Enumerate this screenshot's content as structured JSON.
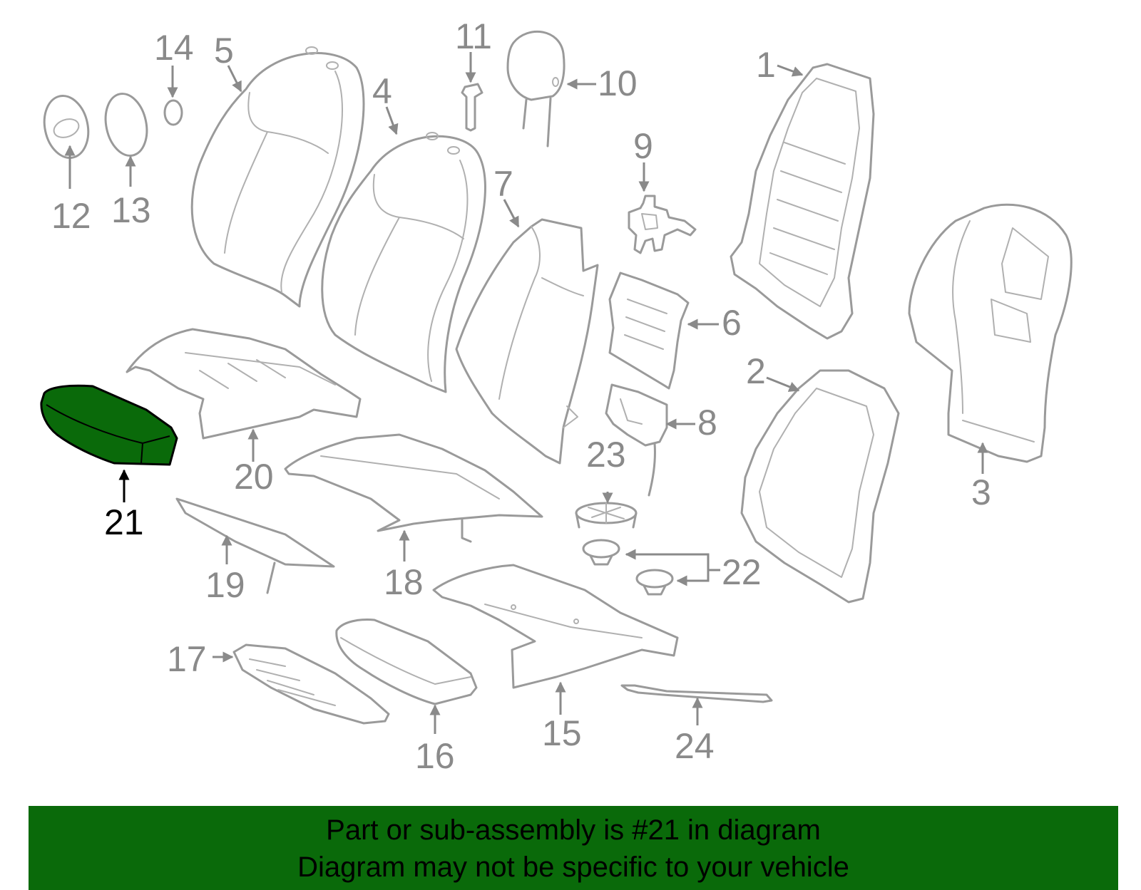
{
  "highlight_color": "#0a6a0a",
  "highlight_part": "21",
  "callouts": {
    "c1": "1",
    "c2": "2",
    "c3": "3",
    "c4": "4",
    "c5": "5",
    "c6": "6",
    "c7": "7",
    "c8": "8",
    "c9": "9",
    "c10": "10",
    "c11": "11",
    "c12": "12",
    "c13": "13",
    "c14": "14",
    "c15": "15",
    "c16": "16",
    "c17": "17",
    "c18": "18",
    "c19": "19",
    "c20": "20",
    "c21": "21",
    "c22": "22",
    "c23": "23",
    "c24": "24"
  },
  "banner": {
    "line1": "Part or sub-assembly is #21 in diagram",
    "line2": "Diagram may not be specific to your vehicle"
  }
}
